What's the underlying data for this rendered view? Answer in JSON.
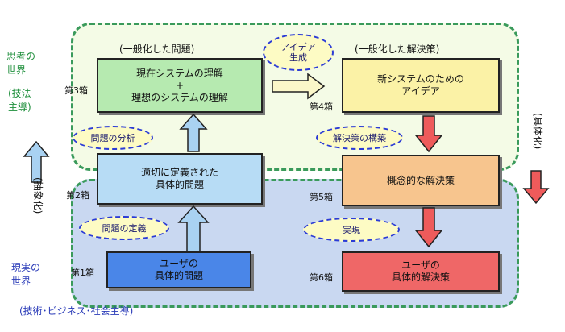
{
  "regions": {
    "thinking_world": "思考の\n世界",
    "technique_led": "(技法\n主導)",
    "real_world": "現実の\n世界",
    "tech_business_led": "(技術･ビジネス･社会主導)"
  },
  "headings": {
    "generalized_problem": "(一般化した問題)",
    "generalized_solution": "(一般化した解決策)"
  },
  "boxes": {
    "box1": {
      "label": "第1箱",
      "text": "ユーザの\n具体的問題",
      "color": "#4a86e8"
    },
    "box2": {
      "label": "第2箱",
      "text": "適切に定義された\n具体的問題",
      "color": "#b7dcf5"
    },
    "box3": {
      "label": "第3箱",
      "text": "現在システムの理解\n+\n理想のシステムの理解",
      "color": "#b6eab0"
    },
    "box4": {
      "label": "第4箱",
      "text": "新システムのための\nアイデア",
      "color": "#fbf2a6"
    },
    "box5": {
      "label": "第5箱",
      "text": "概念的な解決策",
      "color": "#f7c58e"
    },
    "box6": {
      "label": "第6箱",
      "text": "ユーザの\n具体的解決策",
      "color": "#ef6767"
    }
  },
  "bubbles": {
    "problem_definition": "問題の定義",
    "problem_analysis": "問題の分析",
    "idea_generation": "アイデア\n生成",
    "solution_construction": "解決策の構築",
    "realization": "実現"
  },
  "side_labels": {
    "abstraction": "(抽象化)",
    "concretization": "(具体化)"
  },
  "colors": {
    "up_arrow": "#a9d2f2",
    "down_arrow": "#ee5b5b",
    "right_arrow": "#fbf7c9",
    "dashed_border": "#3a9a5b"
  }
}
